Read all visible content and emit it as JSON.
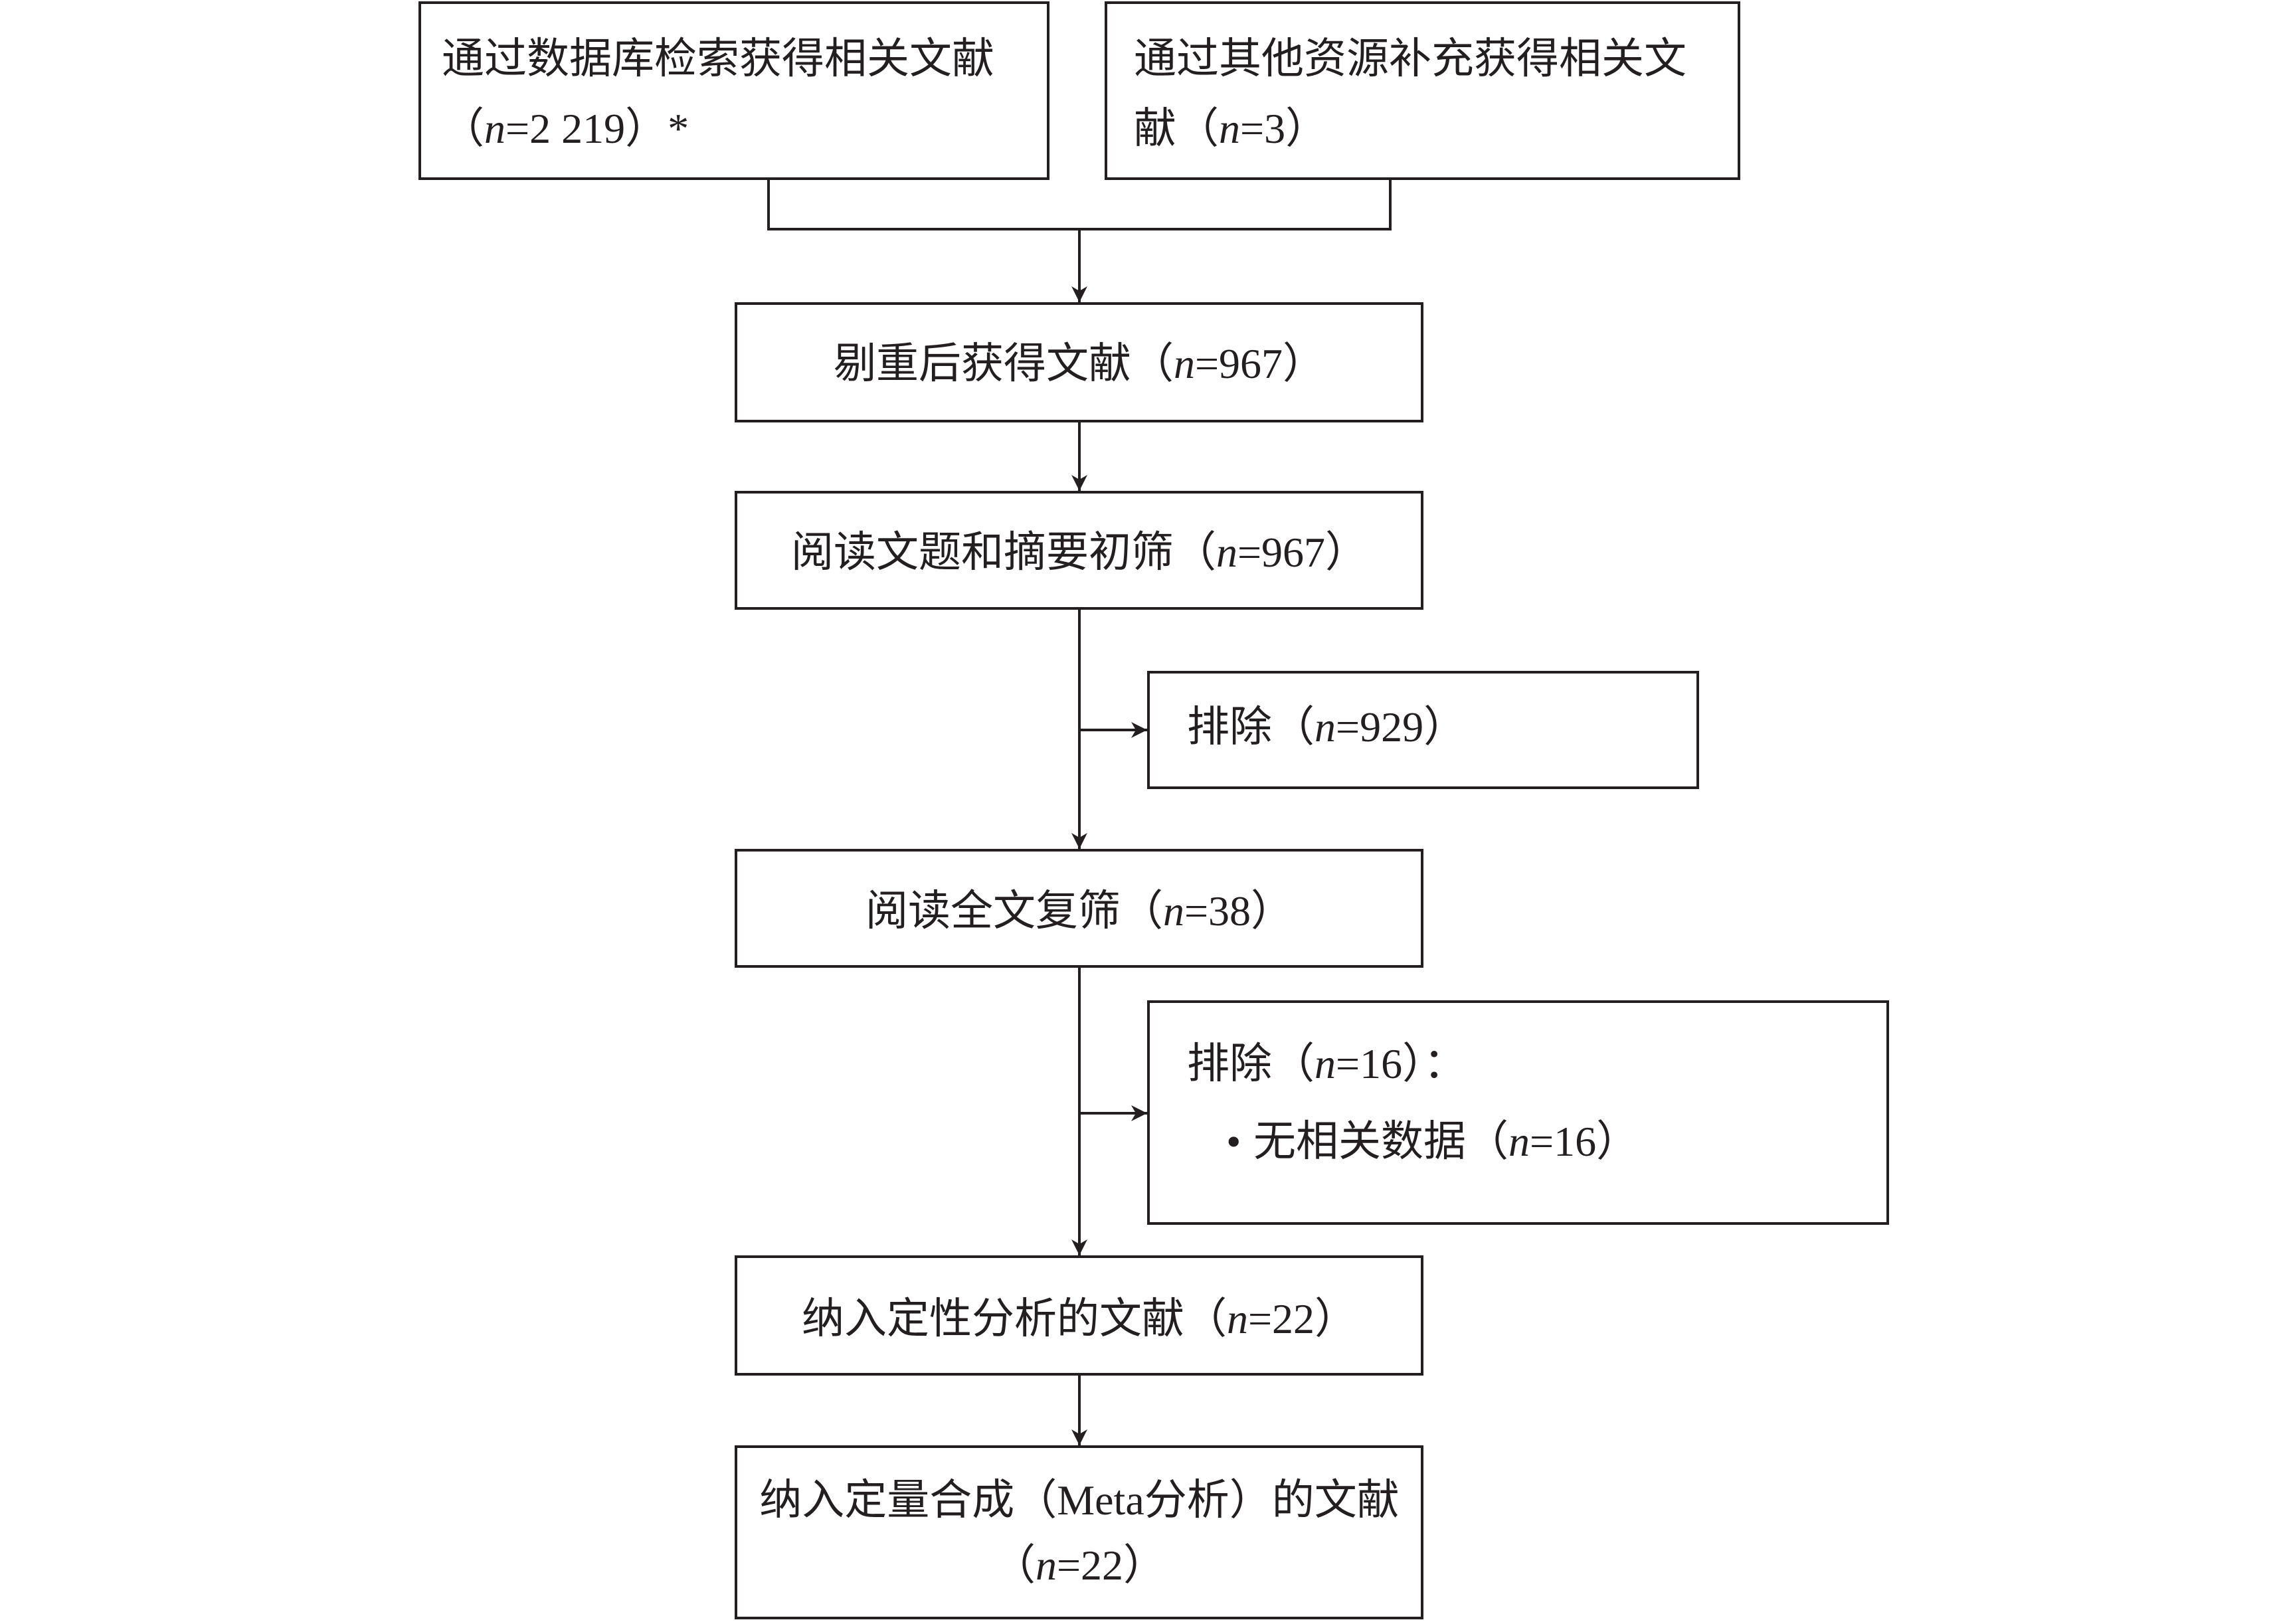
{
  "colors": {
    "stroke": "#231f20",
    "background": "#ffffff"
  },
  "boxes": {
    "database_search": {
      "line1": "通过数据库检索获得相关文献",
      "line2": {
        "pre": "（",
        "var": "n",
        "post": "=2 219）*"
      }
    },
    "other_sources": {
      "line1": "通过其他资源补充获得相关文",
      "line2": {
        "pre": "献（",
        "var": "n",
        "post": "=3）"
      }
    },
    "after_dedup": {
      "pre": "剔重后获得文献（",
      "var": "n",
      "post": "=967）"
    },
    "title_abstract_screen": {
      "pre": "阅读文题和摘要初筛（",
      "var": "n",
      "post": "=967）"
    },
    "excluded_1": {
      "pre": "排除（",
      "var": "n",
      "post": "=929）"
    },
    "fulltext_screen": {
      "pre": "阅读全文复筛（",
      "var": "n",
      "post": "=38）"
    },
    "excluded_2": {
      "heading": {
        "pre": "排除（",
        "var": "n",
        "post": "=16）："
      },
      "reasons": [
        {
          "bullet": "•",
          "pre": "无相关数据（",
          "var": "n",
          "post": "=16）"
        }
      ]
    },
    "qualitative": {
      "pre": "纳入定性分析的文献（",
      "var": "n",
      "post": "=22）"
    },
    "quantitative": {
      "line1": "纳入定量合成（Meta分析）的文献",
      "line2": {
        "pre": "（",
        "var": "n",
        "post": "=22）"
      }
    }
  }
}
